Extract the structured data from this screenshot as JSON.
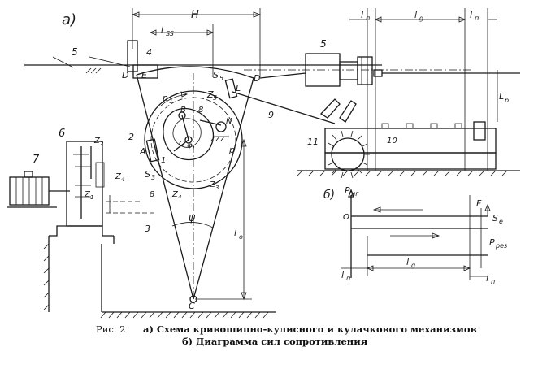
{
  "labels": {
    "part_a": "а)",
    "part_b": "б)",
    "H": "H",
    "l_ss": "l",
    "l_ss_sub": "SS",
    "l_n": "l",
    "l_n_sub": "п",
    "l_g": "l",
    "l_g_sub": "g",
    "l_o": "l",
    "l_o_sub": "о",
    "l_p": "L",
    "l_p_sub": "p",
    "n1": "n",
    "n1_sub": "1",
    "S5": "S",
    "S5_sub": "5",
    "S3": "S",
    "S3_sub": "3",
    "Z5": "Z",
    "Z5_sub": "5",
    "Z3": "Z",
    "Z3_sub": "3",
    "Z4": "Z",
    "Z4_sub": "4",
    "Z2": "Z",
    "Z2_sub": "2",
    "Z1": "Z",
    "Z1_sub": "1",
    "psi": "ψ",
    "phi": "φ",
    "phi_sub": "1",
    "p_prime": "р'",
    "Prg": "P",
    "Prg_sub": "иг",
    "Pres": "P",
    "Pres_sub": "рез",
    "F": "F",
    "Se": "S",
    "Se_sub": "е",
    "O": "O",
    "A": "A",
    "B": "B",
    "C": "C",
    "D": "D",
    "E": "E",
    "L": "L",
    "N": "N",
    "n1_num": "1",
    "n2": "2",
    "n3": "3",
    "n4": "4",
    "n5": "5",
    "n5b": "5",
    "n6": "6",
    "n7": "7",
    "n8": "8",
    "n8b": "8",
    "n9": "9",
    "n10": "10",
    "n11": "11"
  },
  "caption": {
    "fig": "Рис. 2",
    "line1": "а) Схема кривошипно-кулисного и кулачкового механизмов",
    "line2": "б) Диаграмма сил сопротивления"
  }
}
